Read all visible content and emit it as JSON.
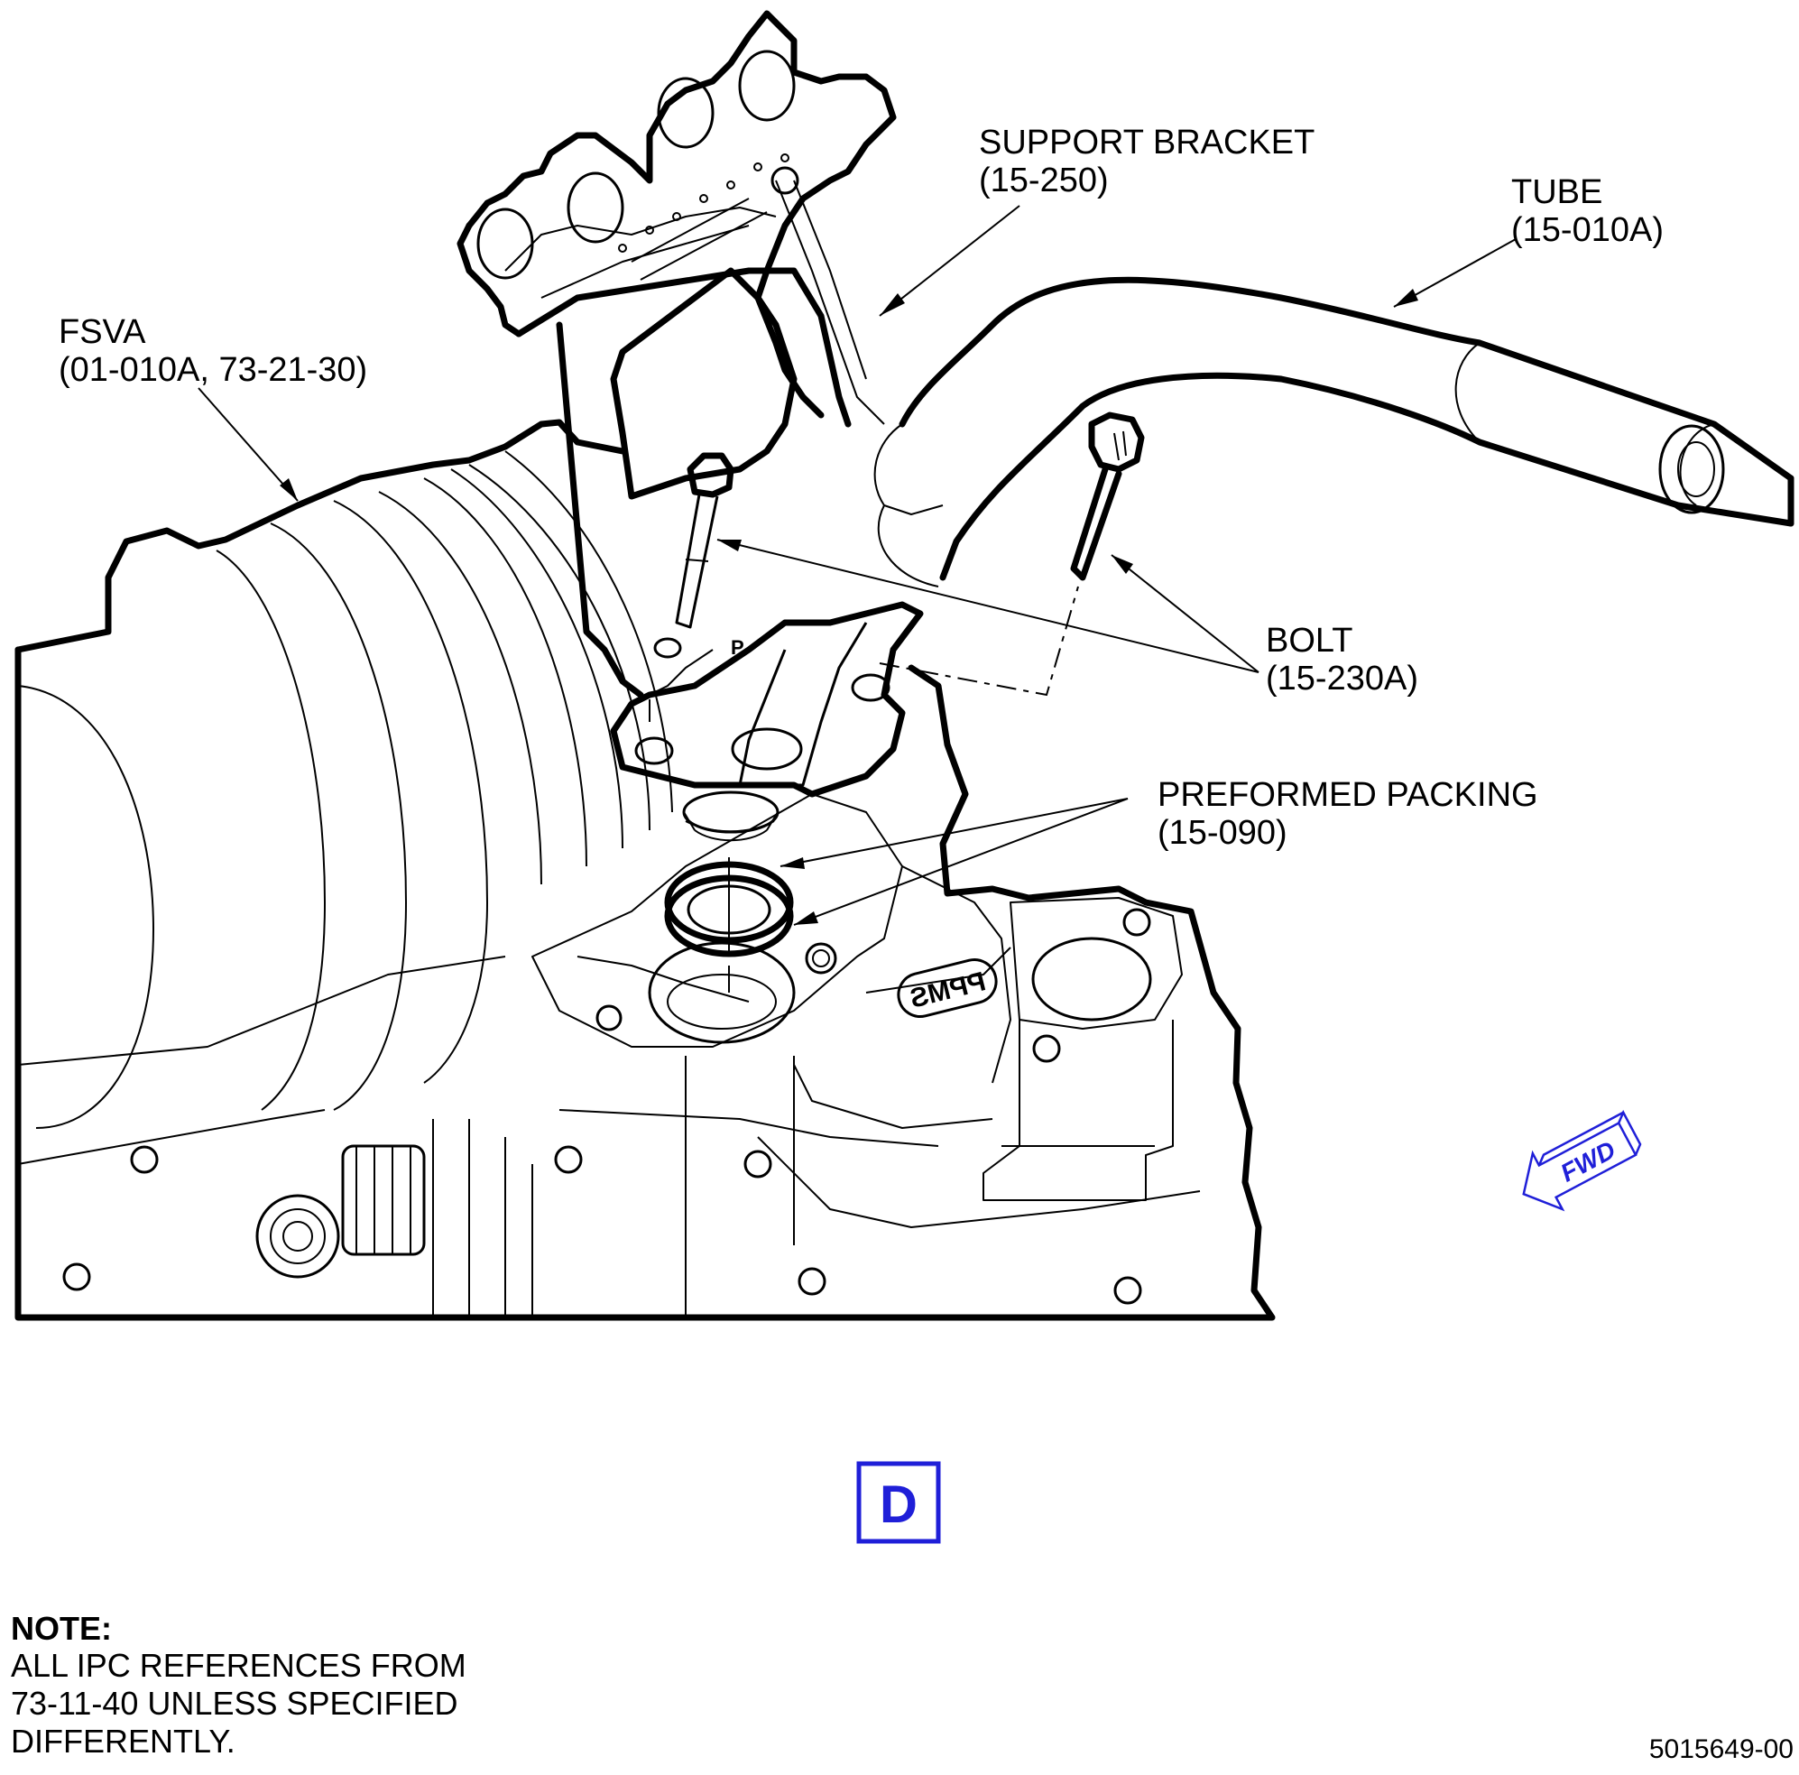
{
  "callouts": {
    "support_bracket": {
      "name": "SUPPORT BRACKET",
      "ref": "(15-250)"
    },
    "tube": {
      "name": "TUBE",
      "ref": "(15-010A)"
    },
    "fsva": {
      "name": "FSVA",
      "ref": "(01-010A, 73-21-30)"
    },
    "bolt": {
      "name": "BOLT",
      "ref": "(15-230A)"
    },
    "packing": {
      "name": "PREFORMED PACKING",
      "ref": "(15-090)"
    }
  },
  "part_markings": {
    "manifold_text": "PPMS",
    "flange_text": "P"
  },
  "view_label": "D",
  "fwd_indicator": {
    "text": "FWD",
    "color": "#1f1fd8"
  },
  "note": {
    "heading": "NOTE:",
    "lines": [
      "ALL IPC REFERENCES FROM",
      "73-11-40 UNLESS SPECIFIED",
      "DIFFERENTLY."
    ]
  },
  "document_id": "5015649-00",
  "colors": {
    "line": "#000000",
    "accent": "#1f1fd8",
    "background": "#ffffff"
  }
}
